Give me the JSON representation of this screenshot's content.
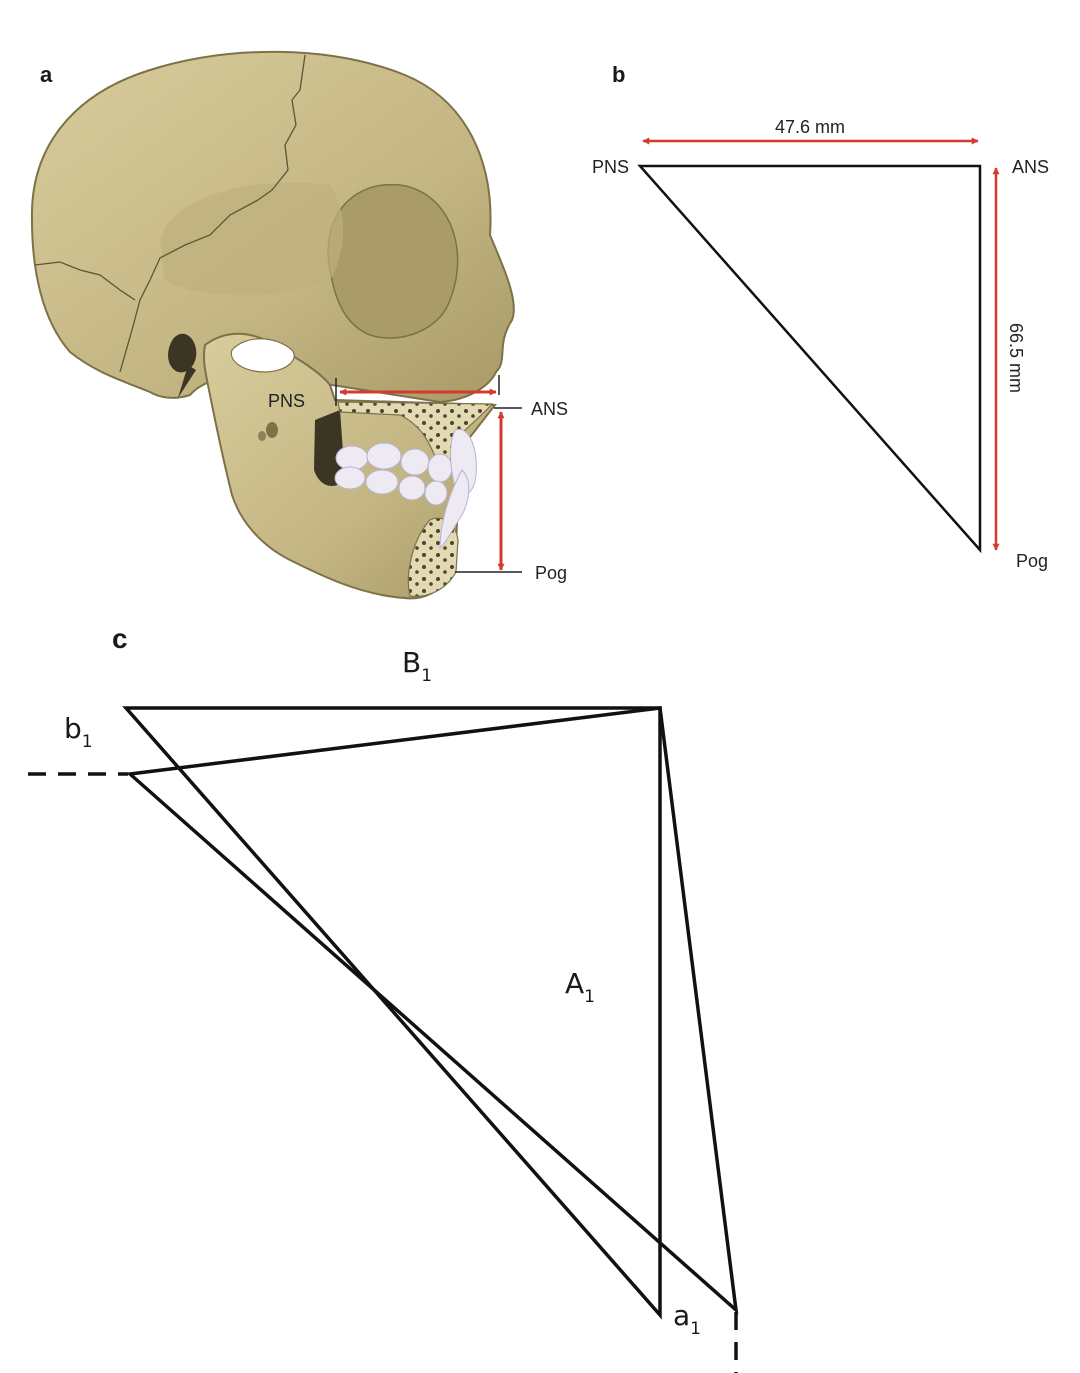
{
  "panels": {
    "a": {
      "letter": "a",
      "labels": {
        "pns": "PNS",
        "ans": "ANS",
        "pog": "Pog"
      }
    },
    "b": {
      "letter": "b",
      "labels": {
        "pns": "PNS",
        "ans": "ANS",
        "pog": "Pog"
      },
      "measurements": {
        "horizontal": "47.6 mm",
        "vertical": "66.5 mm"
      }
    },
    "c": {
      "letter": "c",
      "labels": {
        "B": "B",
        "B_sub": "1",
        "b": "b",
        "b_sub": "1",
        "A": "A",
        "A_sub": "1",
        "a": "a",
        "a_sub": "1"
      }
    }
  },
  "colors": {
    "arrow": "#d23b2e",
    "line": "#111111",
    "bone": "#c9bc8a",
    "bone_shadow": "#a99c68",
    "bone_outline": "#7d7148",
    "teeth": "#eeeaf4",
    "label_line": "#222222"
  },
  "icons": [
    "skull-illustration",
    "red-arrow"
  ]
}
